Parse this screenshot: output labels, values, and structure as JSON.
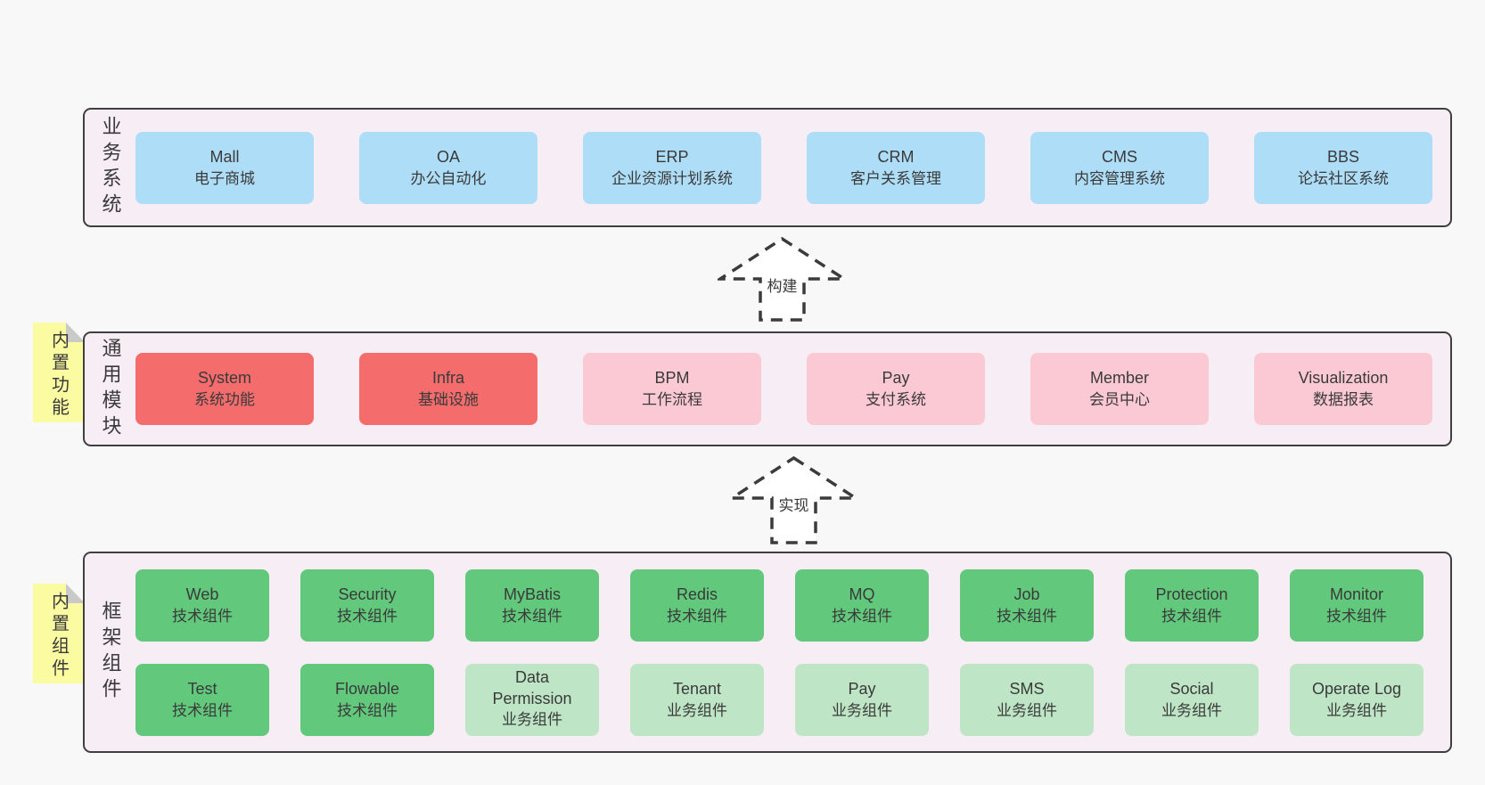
{
  "colors": {
    "page-bg": "#f8f8f8",
    "band-bg": "#f7edf5",
    "band-border": "#3f3f3f",
    "text": "#3a3a3a",
    "blue": "#aeddf7",
    "red": "#f46c6c",
    "pink": "#fbc9d3",
    "green-dark": "#61c87c",
    "green-light": "#bee5c5",
    "note-bg": "#fbfba2",
    "note-fold": "#c9c9c9",
    "arrow-fill": "#ffffff"
  },
  "arrows": [
    {
      "label": "构建"
    },
    {
      "label": "实现"
    }
  ],
  "bands": [
    {
      "title": "业务系统",
      "boxes": [
        {
          "name": "Mall",
          "desc": "电子商城"
        },
        {
          "name": "OA",
          "desc": "办公自动化"
        },
        {
          "name": "ERP",
          "desc": "企业资源计划系统"
        },
        {
          "name": "CRM",
          "desc": "客户关系管理"
        },
        {
          "name": "CMS",
          "desc": "内容管理系统"
        },
        {
          "name": "BBS",
          "desc": "论坛社区系统"
        }
      ]
    },
    {
      "title": "通用模块",
      "note": "内置功能",
      "boxes": [
        {
          "name": "System",
          "desc": "系统功能"
        },
        {
          "name": "Infra",
          "desc": "基础设施"
        },
        {
          "name": "BPM",
          "desc": "工作流程"
        },
        {
          "name": "Pay",
          "desc": "支付系统"
        },
        {
          "name": "Member",
          "desc": "会员中心"
        },
        {
          "name": "Visualization",
          "desc": "数据报表"
        }
      ]
    },
    {
      "title": "框架组件",
      "note": "内置组件",
      "rows": [
        [
          {
            "name": "Web",
            "desc": "技术组件"
          },
          {
            "name": "Security",
            "desc": "技术组件"
          },
          {
            "name": "MyBatis",
            "desc": "技术组件"
          },
          {
            "name": "Redis",
            "desc": "技术组件"
          },
          {
            "name": "MQ",
            "desc": "技术组件"
          },
          {
            "name": "Job",
            "desc": "技术组件"
          },
          {
            "name": "Protection",
            "desc": "技术组件"
          },
          {
            "name": "Monitor",
            "desc": "技术组件"
          }
        ],
        [
          {
            "name": "Test",
            "desc": "技术组件"
          },
          {
            "name": "Flowable",
            "desc": "技术组件"
          },
          {
            "name": "Data Permission",
            "desc": "业务组件"
          },
          {
            "name": "Tenant",
            "desc": "业务组件"
          },
          {
            "name": "Pay",
            "desc": "业务组件"
          },
          {
            "name": "SMS",
            "desc": "业务组件"
          },
          {
            "name": "Social",
            "desc": "业务组件"
          },
          {
            "name": "Operate Log",
            "desc": "业务组件"
          }
        ]
      ]
    }
  ]
}
